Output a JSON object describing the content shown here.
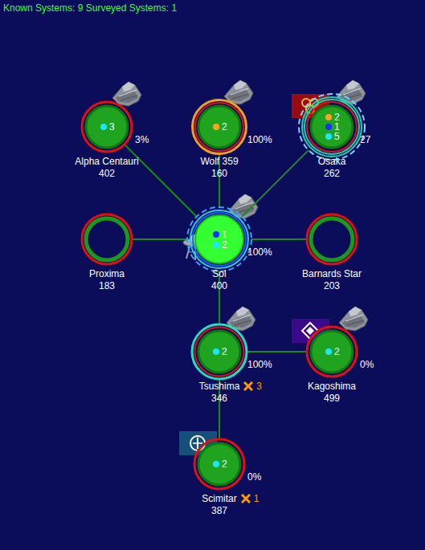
{
  "diagram": {
    "nodes": [
      {
        "text": [
          "3",
          "3%",
          "Alpha Centauri",
          "402"
        ]
      },
      {
        "text": [
          "2",
          "100%",
          "Wolf 359",
          "160"
        ]
      },
      {
        "text": [
          "2",
          "1",
          "5",
          "27",
          "Osaka",
          "262"
        ]
      },
      {
        "text": [
          "Proxima",
          "183"
        ]
      },
      {
        "text": [
          "1",
          "2",
          "100%",
          "Sol",
          "400"
        ]
      },
      {
        "text": [
          "Barnards Star",
          "203"
        ]
      },
      {
        "text": [
          "2",
          "100%",
          "Tsushima",
          "3",
          "346"
        ]
      },
      {
        "text": [
          "2",
          "0%",
          "Kagoshima",
          "499"
        ]
      },
      {
        "text": [
          "2",
          "0%",
          "Scimitar",
          "1",
          "387"
        ]
      }
    ],
    "edges": [
      {
        "from": 4,
        "to": 0,
        "arrow": "none"
      },
      {
        "from": 4,
        "to": 1,
        "arrow": "none"
      },
      {
        "from": 4,
        "to": 2,
        "arrow": "none"
      },
      {
        "from": 4,
        "to": 3,
        "arrow": "none"
      },
      {
        "from": 4,
        "to": 5,
        "arrow": "none"
      },
      {
        "from": 4,
        "to": 6,
        "arrow": "none"
      },
      {
        "from": 6,
        "to": 7,
        "arrow": "none"
      },
      {
        "from": 6,
        "to": 8,
        "arrow": "none"
      }
    ],
    "labels": [
      "Known Systems: 9   Surveyed Systems: 1"
    ]
  }
}
